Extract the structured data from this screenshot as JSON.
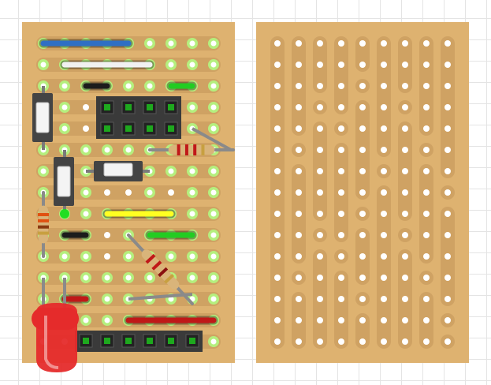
{
  "boards": [
    {
      "id": "left",
      "color": "#deb270",
      "strip_color": "#cfa263",
      "hole_color": "#ffffff",
      "pad_color": "#b5ef7e",
      "rows": 15,
      "cols": 9
    },
    {
      "id": "right",
      "color": "#deb270",
      "strip_color": "#cfa263",
      "hole_color": "#ffffff",
      "rows": 15,
      "cols": 9
    }
  ],
  "components": {
    "jumper_wires": [
      {
        "name": "blue-wire",
        "color": "#2f6fc4"
      },
      {
        "name": "white-wire",
        "color": "#f1f1f1"
      },
      {
        "name": "black-wire-1",
        "color": "#1c1c1c"
      },
      {
        "name": "green-wire-1",
        "color": "#22cc22"
      },
      {
        "name": "yellow-wire",
        "color": "#ffff22"
      },
      {
        "name": "black-wire-2",
        "color": "#1c1c1c"
      },
      {
        "name": "green-wire-2",
        "color": "#22cc22"
      },
      {
        "name": "red-wire-short",
        "color": "#c01818"
      },
      {
        "name": "red-wire-long",
        "color": "#c01818"
      }
    ],
    "ic_socket": {
      "pins_per_side": 4,
      "color": "#3a3a3a"
    },
    "header_strip": {
      "pins": 6,
      "color": "#3a3a3a"
    },
    "switches": 3,
    "resistors": 3,
    "led": {
      "color": "#e52b2b"
    }
  }
}
